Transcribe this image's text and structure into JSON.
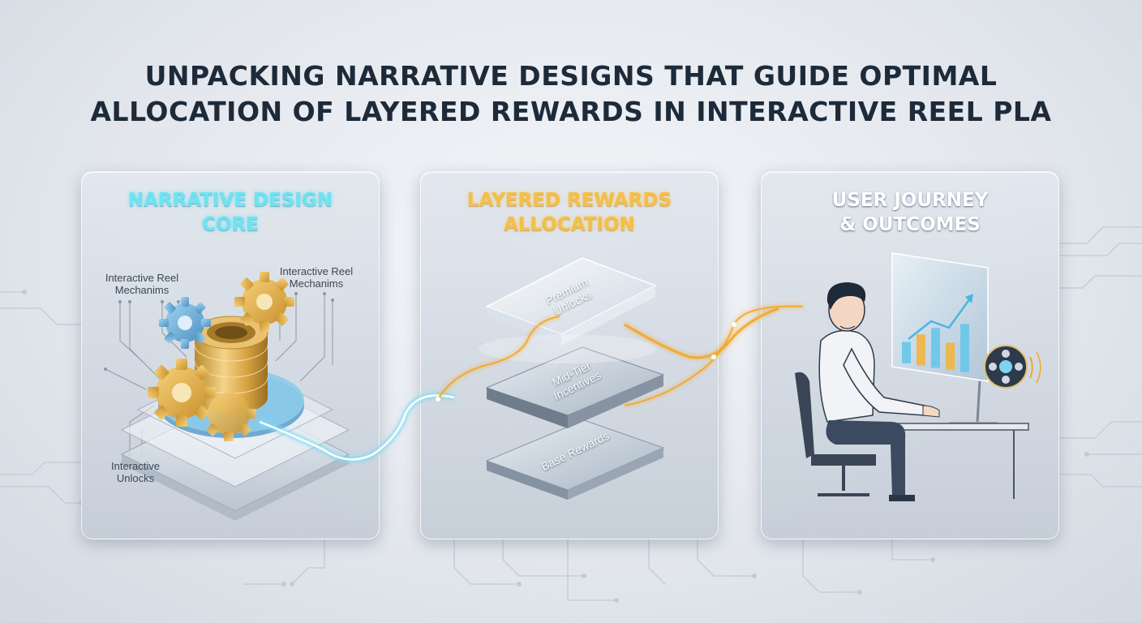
{
  "title": {
    "line1": "UNPACKING NARRATIVE DESIGNS THAT GUIDE OPTIMAL",
    "line2": "ALLOCATION OF LAYERED REWARDS IN INTERACTIVE REEL PLA"
  },
  "panels": [
    {
      "title_line1": "NARRATIVE DESIGN",
      "title_line2": "CORE",
      "labels": [
        {
          "line1": "Interactive Reel",
          "line2": "Mechanims"
        },
        {
          "line1": "Interactive Reel",
          "line2": "Mechanims"
        },
        {
          "line1": "Interactive",
          "line2": "Unlocks"
        }
      ]
    },
    {
      "title_line1": "LAYERED REWARDS",
      "title_line2": "ALLOCATION",
      "tiers": [
        {
          "line1": "Premium",
          "line2": "Unlocks"
        },
        {
          "line1": "Mid-Tier",
          "line2": "Incentives"
        },
        {
          "line1": "Base Rewards",
          "line2": ""
        }
      ]
    },
    {
      "title_line1": "USER JOURNEY",
      "title_line2": "& OUTCOMES",
      "chart_bars": [
        0.38,
        0.55,
        0.7,
        0.48,
        0.85
      ]
    }
  ],
  "colors": {
    "cyan": "#6ee3f2",
    "gold": "#f6bf45",
    "navy": "#1d2a3a",
    "flow_blue": "#7fdcf5",
    "flow_orange": "#f5a623"
  }
}
